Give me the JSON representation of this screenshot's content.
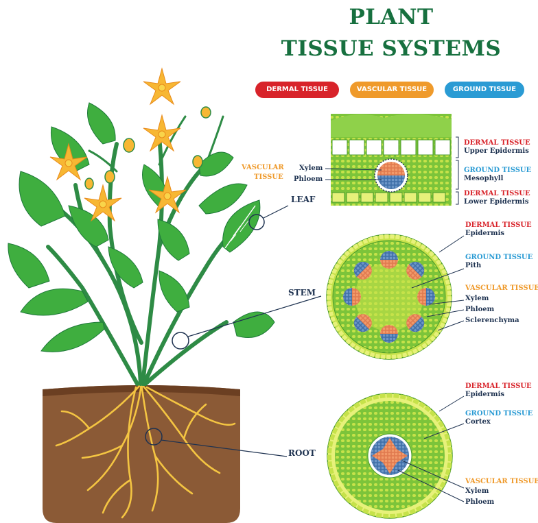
{
  "title": {
    "line1": "PLANT",
    "line2": "TISSUE SYSTEMS"
  },
  "legend": [
    {
      "label": "DERMAL TISSUE",
      "color": "#d8232a"
    },
    {
      "label": "VASCULAR TISSUE",
      "color": "#ef9a2b"
    },
    {
      "label": "GROUND TISSUE",
      "color": "#2a9bd4"
    }
  ],
  "parts": {
    "leaf": "LEAF",
    "stem": "STEM",
    "root": "ROOT"
  },
  "leaf_section": {
    "upper": {
      "category": "DERMAL TISSUE",
      "name": "Upper Epidermis"
    },
    "middle": {
      "category": "GROUND TISSUE",
      "name": "Mesophyll"
    },
    "lower": {
      "category": "DERMAL TISSUE",
      "name": "Lower Epidermis"
    },
    "vascular": {
      "line1": "VASCULAR",
      "line2": "TISSUE",
      "xylem": "Xylem",
      "phloem": "Phloem"
    }
  },
  "stem_section": {
    "dermal": {
      "category": "DERMAL TISSUE",
      "name": "Epidermis"
    },
    "ground": {
      "category": "GROUND TISSUE",
      "name": "Pith"
    },
    "vascular": {
      "category": "VASCULAR TISSUE",
      "xylem": "Xylem",
      "phloem": "Phloem",
      "sclerenchyma": "Sclerenchyma"
    }
  },
  "root_section": {
    "dermal": {
      "category": "DERMAL TISSUE",
      "name": "Epidermis"
    },
    "ground": {
      "category": "GROUND TISSUE",
      "name": "Cortex"
    },
    "vascular": {
      "category": "VASCULAR TISSUE",
      "xylem": "Xylem",
      "phloem": "Phloem"
    }
  },
  "colors": {
    "title": "#17703f",
    "leaf": "#3fae3f",
    "leaf_dark": "#1f7a3a",
    "stem": "#2e8b45",
    "soil": "#8b5a36",
    "soil_dark": "#6b3f22",
    "root": "#f4c542",
    "flower": "#f7b733",
    "tissue_green": "#7cc43a",
    "tissue_light": "#c6e24a",
    "xylem": "#e07a4f",
    "phloem": "#3f6fa8",
    "dermal": "#d8232a",
    "ground": "#2a9bd4",
    "vascular": "#ef9a2b",
    "text_dark": "#1e3250"
  }
}
